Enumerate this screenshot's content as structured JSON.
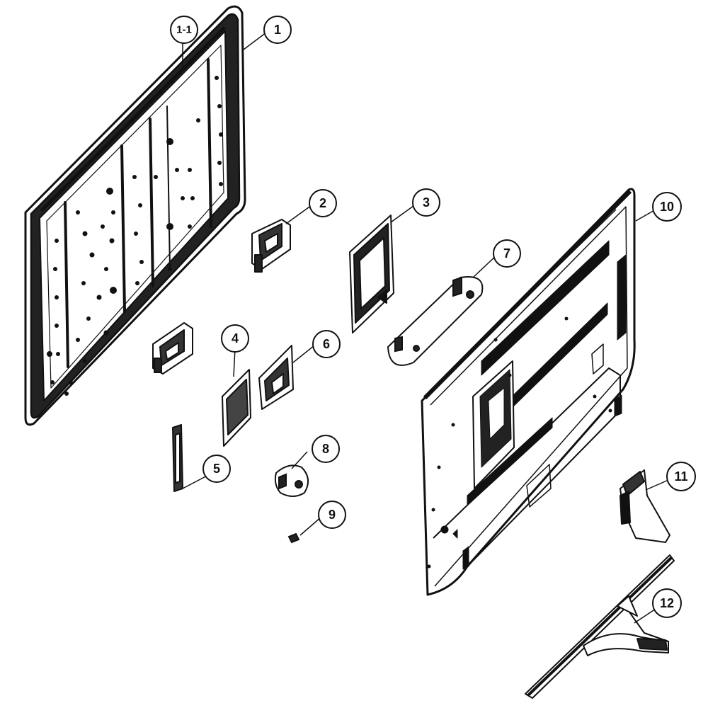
{
  "diagram": {
    "type": "exploded parts diagram",
    "line_color": "#111111",
    "background": "#ffffff",
    "callouts": [
      {
        "id": "1-1",
        "label": "1-1"
      },
      {
        "id": "1",
        "label": "1"
      },
      {
        "id": "2",
        "label": "2"
      },
      {
        "id": "3",
        "label": "3"
      },
      {
        "id": "4",
        "label": "4"
      },
      {
        "id": "5",
        "label": "5"
      },
      {
        "id": "6",
        "label": "6"
      },
      {
        "id": "7",
        "label": "7"
      },
      {
        "id": "8",
        "label": "8"
      },
      {
        "id": "9",
        "label": "9"
      },
      {
        "id": "10",
        "label": "10"
      },
      {
        "id": "11",
        "label": "11"
      },
      {
        "id": "12",
        "label": "12"
      }
    ]
  }
}
